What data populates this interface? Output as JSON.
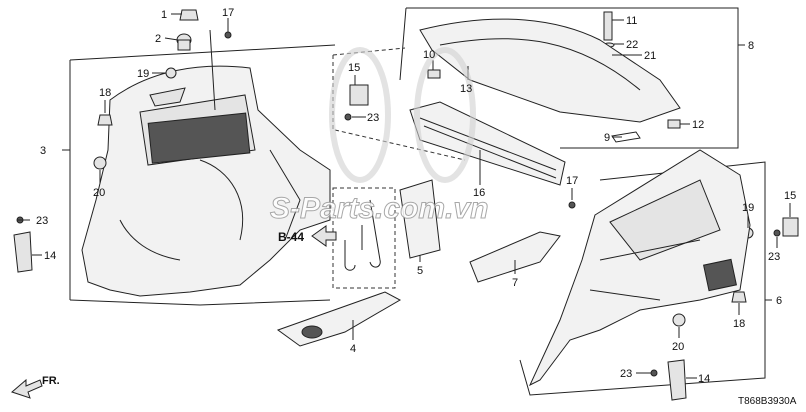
{
  "callouts": [
    "1",
    "2",
    "3",
    "4",
    "5",
    "6",
    "7",
    "8",
    "9",
    "10",
    "11",
    "12",
    "13",
    "14",
    "15",
    "16",
    "17",
    "19",
    "20",
    "21",
    "22",
    "23",
    "18",
    "18",
    "17",
    "19",
    "20",
    "23",
    "14",
    "15",
    "23",
    "23",
    "14"
  ],
  "reference": "B-44",
  "direction": "FR.",
  "watermark": "S-Parts.com.vn",
  "diagram_code": "T868B3930A"
}
